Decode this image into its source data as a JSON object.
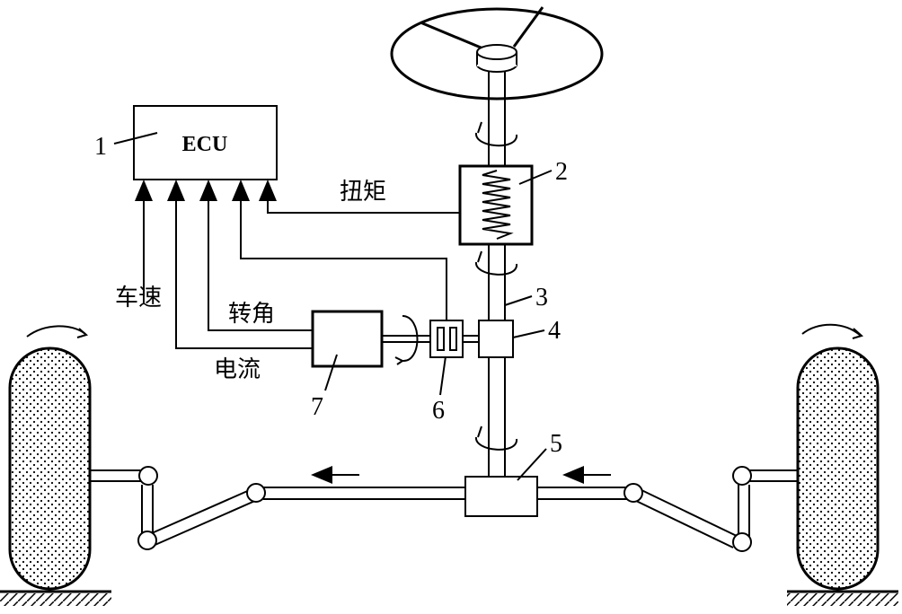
{
  "ecu": {
    "text": "ECU"
  },
  "signals": {
    "torque": "扭矩",
    "vehicle_speed": "车速",
    "steering_angle": "转角",
    "current": "电流"
  },
  "callouts": [
    "1",
    "2",
    "3",
    "4",
    "5",
    "6",
    "7"
  ]
}
